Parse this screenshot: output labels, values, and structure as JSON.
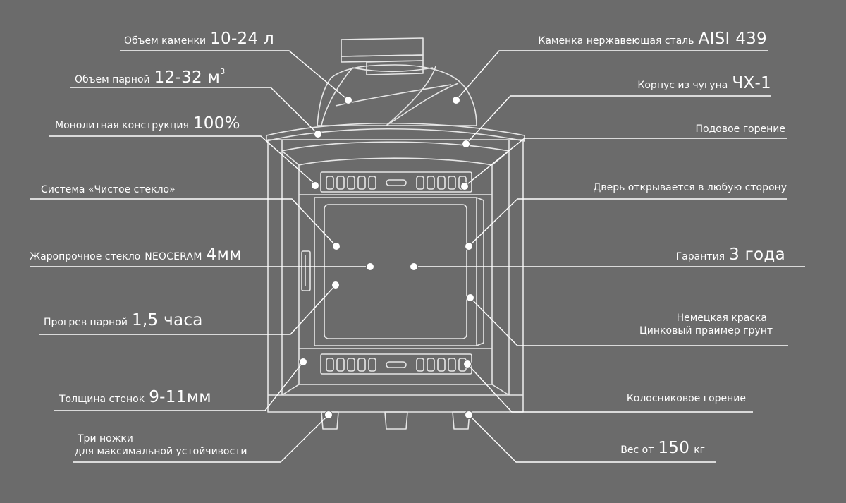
{
  "labels": {
    "stone_volume": {
      "text": "Объем каменки",
      "value": "10-24 л"
    },
    "room_volume": {
      "text": "Объем парной",
      "value": "12-32 м",
      "sup": "3"
    },
    "monolithic": {
      "text": "Монолитная конструкция",
      "value": "100%"
    },
    "clean_glass": {
      "text": "Система «Чистое стекло»"
    },
    "glass": {
      "text": "Жаропрочное стекло",
      "brand": "NEOCERAM",
      "value": "4мм"
    },
    "heating": {
      "text": "Прогрев парной",
      "value": "1,5 часа"
    },
    "walls": {
      "text": "Толщина стенок",
      "value": "9-11мм"
    },
    "legs": {
      "line1": "Три ножки",
      "line2": "для максимальной устойчивости"
    },
    "steel": {
      "text": "Каменка нержавеющая сталь",
      "value": "AISI 439"
    },
    "cast_iron": {
      "text": "Корпус из  чугуна",
      "value": "ЧХ-1"
    },
    "hearth": {
      "text": "Подовое горение"
    },
    "door": {
      "text": "Дверь открывается в любую сторону"
    },
    "warranty": {
      "text": "Гарантия",
      "value": "3 года"
    },
    "paint": {
      "line1": "Немецкая краска",
      "line2": "Цинковый праймер грунт"
    },
    "grate": {
      "text": "Колосниковое горение"
    },
    "weight": {
      "text": "Вес от",
      "value": "150",
      "unit": "кг"
    }
  },
  "colors": {
    "background": "#6b6b6b",
    "line": "#ffffff",
    "stove_stroke": "#e8e8e8"
  }
}
